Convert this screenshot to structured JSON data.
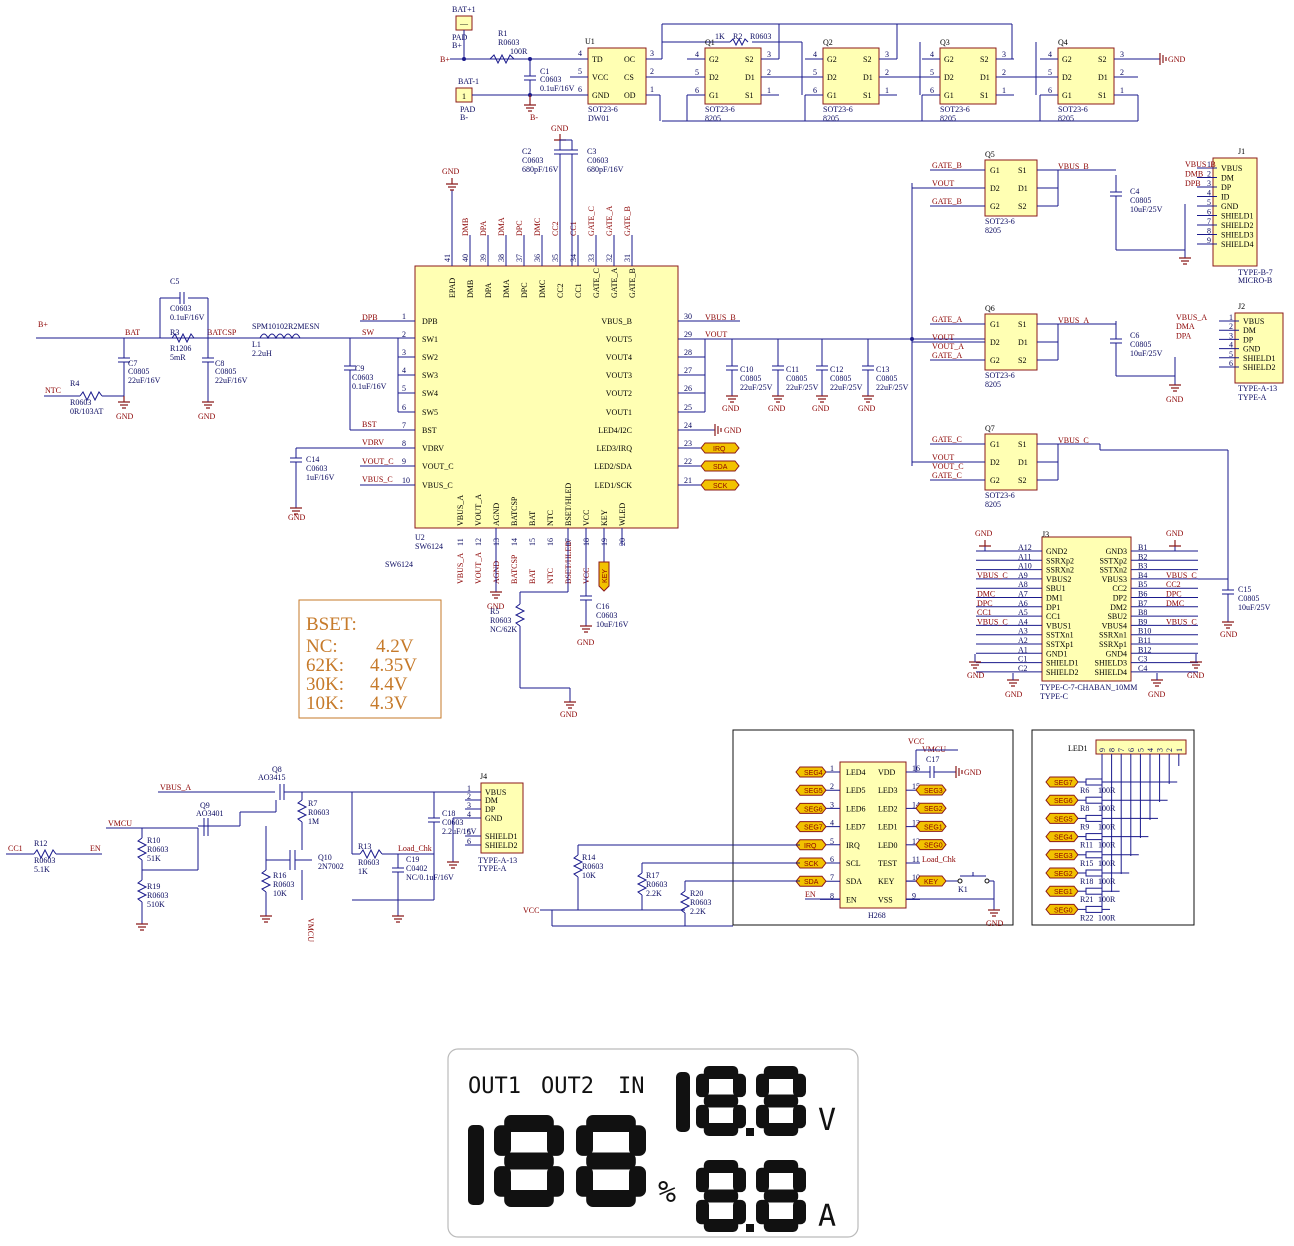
{
  "battery": {
    "bat_plus": "BAT+1",
    "pad1": "PAD",
    "bplus": "B+",
    "bplus_net": "B+",
    "bat_minus": "BAT-1",
    "pad2": "PAD",
    "bminus": "B-",
    "bminus_net": "B-",
    "pin1": "1"
  },
  "r1": {
    "ref": "R1",
    "pkg": "R0603",
    "val": "100R"
  },
  "c1": {
    "ref": "C1",
    "pkg": "C0603",
    "val": "0.1uF/16V"
  },
  "u1": {
    "ref": "U1",
    "pkg": "SOT23-6",
    "part": "DW01",
    "pins": [
      "TD",
      "VCC",
      "GND",
      "OC",
      "CS",
      "OD"
    ],
    "nums": [
      "4",
      "5",
      "6",
      "3",
      "2",
      "1"
    ]
  },
  "r2": {
    "ref": "R2",
    "pkg": "R0603",
    "val": "1K"
  },
  "mosfets_top": [
    {
      "ref": "Q1",
      "pkg": "SOT23-6",
      "part": "8205"
    },
    {
      "ref": "Q2",
      "pkg": "SOT23-6",
      "part": "8205"
    },
    {
      "ref": "Q3",
      "pkg": "SOT23-6",
      "part": "8205"
    },
    {
      "ref": "Q4",
      "pkg": "SOT23-6",
      "part": "8205"
    }
  ],
  "mos_pins": {
    "left": [
      "G2",
      "D2",
      "G1"
    ],
    "right": [
      "S2",
      "D1",
      "S1"
    ],
    "lnum": [
      "4",
      "5",
      "6"
    ],
    "rnum": [
      "3",
      "2",
      "1"
    ]
  },
  "gnd": "GND",
  "c2": {
    "ref": "C2",
    "pkg": "C0603",
    "val": "680pF/16V"
  },
  "c3": {
    "ref": "C3",
    "pkg": "C0603",
    "val": "680pF/16V"
  },
  "u2": {
    "ref": "U2",
    "part": "SW6124",
    "part2": "SW6124",
    "left_pins": [
      "DPB",
      "SW1",
      "SW2",
      "SW3",
      "SW4",
      "SW5",
      "BST",
      "VDRV",
      "VOUT_C",
      "VBUS_C"
    ],
    "left_nums": [
      "1",
      "2",
      "3",
      "4",
      "5",
      "6",
      "7",
      "8",
      "9",
      "10"
    ],
    "right_pins": [
      "VBUS_B",
      "VOUT5",
      "VOUT4",
      "VOUT3",
      "VOUT2",
      "VOUT1",
      "LED4/I2C",
      "LED3/IRQ",
      "LED2/SDA",
      "LED1/SCK"
    ],
    "right_nums": [
      "30",
      "29",
      "28",
      "27",
      "26",
      "25",
      "24",
      "23",
      "22",
      "21"
    ],
    "top_pins": [
      "EPAD",
      "DMB",
      "DPA",
      "DMA",
      "DPC",
      "DMC",
      "CC2",
      "CC1",
      "GATE_C",
      "GATE_A",
      "GATE_B"
    ],
    "top_nums": [
      "41",
      "40",
      "39",
      "38",
      "37",
      "36",
      "35",
      "34",
      "33",
      "32",
      "31"
    ],
    "top_nets": [
      "",
      "DMB",
      "DPA",
      "DMA",
      "DPC",
      "DMC",
      "CC2",
      "CC1",
      "GATE_C",
      "GATE_A",
      "GATE_B"
    ],
    "bot_pins": [
      "VBUS_A",
      "VOUT_A",
      "AGND",
      "BATCSP",
      "BAT",
      "NTC",
      "BSET/HLED",
      "VCC",
      "KEY",
      "WLED"
    ],
    "bot_nums": [
      "11",
      "12",
      "13",
      "14",
      "15",
      "16",
      "17",
      "18",
      "19",
      "20"
    ],
    "bot_nets": [
      "VBUS_A",
      "VOUT_A",
      "AGND",
      "BATCSP",
      "BAT",
      "NTC",
      "BSET/HLED",
      "VCC",
      "",
      ""
    ]
  },
  "left_parts": {
    "bplus": "B+",
    "bat": "BAT",
    "batcsp": "BATCSP",
    "sw": "SW",
    "dpb": "DPB",
    "bst": "BST",
    "vdrv": "VDRV",
    "vout_c": "VOUT_C",
    "vbus_c": "VBUS_C",
    "ntc": "NTC",
    "c5": [
      "C5",
      "C0603",
      "0.1uF/16V"
    ],
    "r3": [
      "R3",
      "R1206",
      "5mR"
    ],
    "c7": [
      "C7",
      "C0805",
      "22uF/16V"
    ],
    "c8": [
      "C8",
      "C0805",
      "22uF/16V"
    ],
    "r4": [
      "R4",
      "R0603",
      "0R/103AT"
    ],
    "l1": [
      "SPM10102R2MESN",
      "L1",
      "2.2uH"
    ],
    "c9": [
      "C9",
      "C0603",
      "0.1uF/16V"
    ],
    "c14": [
      "C14",
      "C0603",
      "1uF/16V"
    ]
  },
  "right_caps": {
    "vout": "VOUT",
    "vbus_b": "VBUS_B",
    "caps": [
      [
        "C10",
        "C0805",
        "22uF/25V"
      ],
      [
        "C11",
        "C0805",
        "22uF/25V"
      ],
      [
        "C12",
        "C0805",
        "22uF/25V"
      ],
      [
        "C13",
        "C0805",
        "22uF/25V"
      ]
    ]
  },
  "tags": {
    "irq": "IRQ",
    "sda": "SDA",
    "sck": "SCK",
    "key": "KEY"
  },
  "bot_parts": {
    "r5": [
      "R5",
      "R0603",
      "NC/62K"
    ],
    "c16": [
      "C16",
      "C0603",
      "10uF/16V"
    ]
  },
  "q_usb": [
    {
      "ref": "Q5",
      "gate": "GATE_B",
      "out": "VOUT",
      "bus": "VBUS_B",
      "pkg": "SOT23-6",
      "part": "8205"
    },
    {
      "ref": "Q6",
      "gate": "GATE_A",
      "out": "VOUT",
      "bus": "VBUS_A",
      "pkg": "SOT23-6",
      "part": "8205",
      "extra": "VOUT_A"
    },
    {
      "ref": "Q7",
      "gate": "GATE_C",
      "out": "VOUT",
      "bus": "VBUS_C",
      "pkg": "SOT23-6",
      "part": "8205",
      "extra": "VOUT_C"
    }
  ],
  "j1": {
    "ref": "J1",
    "pins": [
      "VBUS",
      "DM",
      "DP",
      "ID",
      "GND",
      "SHIELD1",
      "SHIELD2",
      "SHIELD3",
      "SHIELD4"
    ],
    "nums": [
      "1",
      "2",
      "3",
      "4",
      "5",
      "6",
      "7",
      "8",
      "9"
    ],
    "nets": [
      "VBUS_B",
      "DMB",
      "DPB"
    ],
    "part": "TYPE-B-7",
    "part2": "MICRO-B"
  },
  "c4": [
    "C4",
    "C0805",
    "10uF/25V"
  ],
  "j2": {
    "ref": "J2",
    "pins": [
      "VBUS",
      "DM",
      "DP",
      "GND",
      "SHIELD1",
      "SHIELD2"
    ],
    "nums": [
      "1",
      "2",
      "3",
      "4",
      "5",
      "6"
    ],
    "nets": [
      "VBUS_A",
      "DMA",
      "DPA"
    ],
    "part": "TYPE-A-13",
    "part2": "TYPE-A"
  },
  "c6": [
    "C6",
    "C0805",
    "10uF/25V"
  ],
  "j3": {
    "ref": "J3",
    "lnums": [
      "A12",
      "A11",
      "A10",
      "A9",
      "A8",
      "A7",
      "A6",
      "A5",
      "A4",
      "A3",
      "A2",
      "A1",
      "C1",
      "C2"
    ],
    "lpins": [
      "GND2",
      "SSRXp2",
      "SSRXn2",
      "VBUS2",
      "SBU1",
      "DM1",
      "DP1",
      "CC1",
      "VBUS1",
      "SSTXn1",
      "SSTXp1",
      "GND1",
      "SHIELD1",
      "SHIELD2"
    ],
    "rpins": [
      "GND3",
      "SSTXp2",
      "SSTXn2",
      "VBUS3",
      "CC2",
      "DP2",
      "DM2",
      "SBU2",
      "VBUS4",
      "SSRXn1",
      "SSRXp1",
      "GND4",
      "SHIELD3",
      "SHIELD4"
    ],
    "rnums": [
      "B1",
      "B2",
      "B3",
      "B4",
      "B5",
      "B6",
      "B7",
      "B8",
      "B9",
      "B10",
      "B11",
      "B12",
      "C3",
      "C4"
    ],
    "lnets": [
      "",
      "",
      "",
      "VBUS_C",
      "",
      "DMC",
      "DPC",
      "CC1",
      "VBUS_C"
    ],
    "rnets": [
      "",
      "",
      "",
      "VBUS_C",
      "CC2",
      "DPC",
      "DMC",
      "",
      "VBUS_C"
    ],
    "part": "TYPE-C-7-CHABAN_10MM",
    "part2": "TYPE-C"
  },
  "c15": [
    "C15",
    "C0805",
    "10uF/25V"
  ],
  "bset": {
    "title": "BSET:",
    "rows": [
      [
        "NC:",
        "4.2V"
      ],
      [
        "62K:",
        "4.35V"
      ],
      [
        "30K:",
        "4.4V"
      ],
      [
        "10K:",
        "4.3V"
      ]
    ]
  },
  "load": {
    "vbus_a": "VBUS_A",
    "vmcu": "VMCU",
    "cc1": "CC1",
    "en": "EN",
    "load_chk": "Load_Chk",
    "q8": [
      "Q8",
      "AO3415"
    ],
    "q9": [
      "Q9",
      "AO3401"
    ],
    "q10": [
      "Q10",
      "2N7002"
    ],
    "r7": [
      "R7",
      "R0603",
      "1M"
    ],
    "r10": [
      "R10",
      "R0603",
      "51K"
    ],
    "r19": [
      "R19",
      "R0603",
      "510K"
    ],
    "r12": [
      "R12",
      "R0603",
      "5.1K"
    ],
    "r16": [
      "R16",
      "R0603",
      "10K"
    ],
    "r13": [
      "R13",
      "R0603",
      "1K"
    ],
    "c19": [
      "C19",
      "C0402",
      "NC/0.1uF/16V"
    ],
    "c18": [
      "C18",
      "C0603",
      "2.2uF/16V"
    ]
  },
  "j4": {
    "ref": "J4",
    "pins": [
      "VBUS",
      "DM",
      "DP",
      "GND",
      "SHIELD1",
      "SHIELD2"
    ],
    "nums": [
      "1",
      "2",
      "3",
      "4",
      "5",
      "6"
    ],
    "part": "TYPE-A-13",
    "part2": "TYPE-A"
  },
  "h268": {
    "part": "H268",
    "vcc": "VCC",
    "vmcu": "VMCU",
    "lpins": [
      "LED4",
      "LED5",
      "LED6",
      "LED7",
      "IRQ",
      "SCL",
      "SDA",
      "EN"
    ],
    "lnums": [
      "1",
      "2",
      "3",
      "4",
      "5",
      "6",
      "7",
      "8"
    ],
    "rpins": [
      "VDD",
      "LED3",
      "LED2",
      "LED1",
      "LED0",
      "TEST",
      "KEY",
      "VSS"
    ],
    "rnums": [
      "16",
      "15",
      "14",
      "13",
      "12",
      "11",
      "10",
      "9"
    ],
    "ltags": [
      "SEG4",
      "SEG5",
      "SEG6",
      "SEG7",
      "IRQ",
      "SCK",
      "SDA"
    ],
    "rtags": [
      "SEG3",
      "SEG2",
      "SEG1",
      "SEG0"
    ],
    "c17": "C17",
    "k1": "K1",
    "key": "KEY",
    "en": "EN",
    "load_chk": "Load_Chk"
  },
  "mcu_res": {
    "vcc": "VCC",
    "r14": [
      "R14",
      "R0603",
      "10K"
    ],
    "r17": [
      "R17",
      "R0603",
      "2.2K"
    ],
    "r20": [
      "R20",
      "R0603",
      "2.2K"
    ]
  },
  "led1": {
    "ref": "LED1",
    "nums": [
      "9",
      "8",
      "7",
      "6",
      "5",
      "4",
      "3",
      "2",
      "1"
    ],
    "segs": [
      "SEG7",
      "SEG6",
      "SEG5",
      "SEG4",
      "SEG3",
      "SEG2",
      "SEG1",
      "SEG0"
    ],
    "res": [
      "R6",
      "R8",
      "R9",
      "R11",
      "R15",
      "R18",
      "R21",
      "R22"
    ],
    "val": "100R"
  },
  "lcd": {
    "out1": "OUT1",
    "out2": "OUT2",
    "in": "IN",
    "pct": "%",
    "volt": "V",
    "amp": "A",
    "big": "188",
    "v_digits": "18.8",
    "a_digits": "8.8"
  }
}
